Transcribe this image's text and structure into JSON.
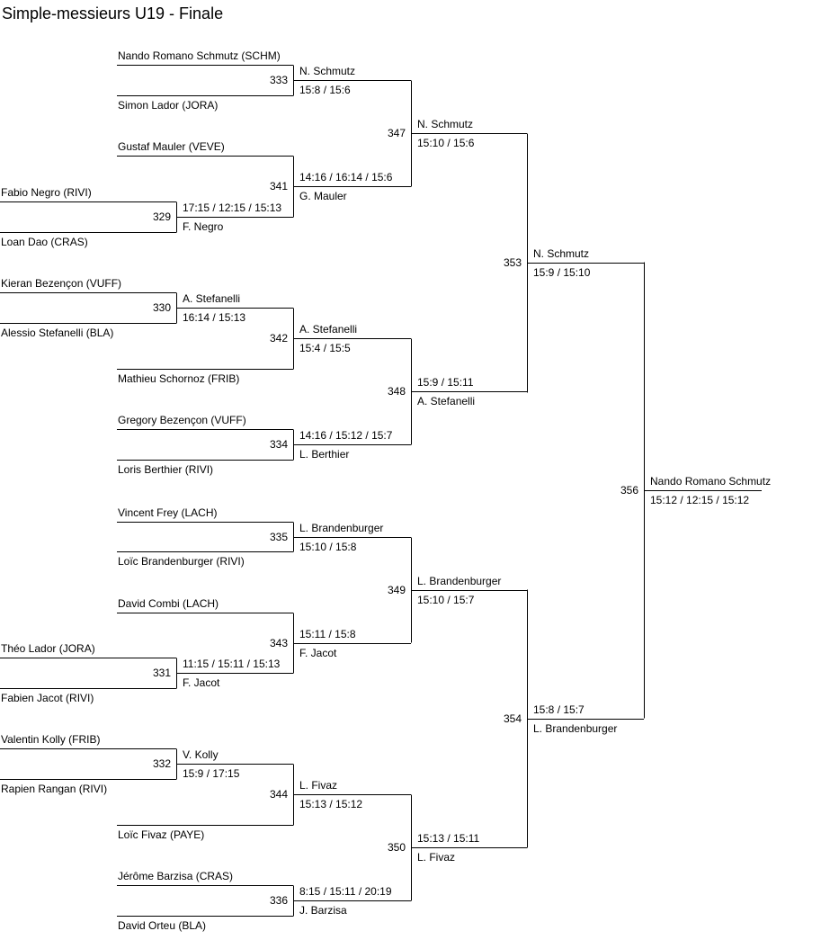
{
  "title": "Simple-messieurs U19 - Finale",
  "matches": {
    "m333": {
      "number": "333",
      "top_player": "Nando Romano Schmutz (SCHM)",
      "bottom_player": "Simon Lador (JORA)",
      "winner": "N. Schmutz",
      "score": "15:8 / 15:6"
    },
    "m341": {
      "number": "341",
      "top_player": "Gustaf Mauler (VEVE)",
      "winner": "G. Mauler",
      "score": "14:16 / 16:14 / 15:6"
    },
    "m329": {
      "number": "329",
      "top_player": "Fabio Negro (RIVI)",
      "bottom_player": "Loan Dao (CRAS)",
      "winner": "F. Negro",
      "score": "17:15 / 12:15 / 15:13"
    },
    "m347": {
      "number": "347",
      "winner": "N. Schmutz",
      "score": "15:10 / 15:6"
    },
    "m330": {
      "number": "330",
      "top_player": "Kieran Bezençon (VUFF)",
      "bottom_player": "Alessio Stefanelli (BLA)",
      "winner": "A. Stefanelli",
      "score": "16:14 / 15:13"
    },
    "m342": {
      "number": "342",
      "bottom_player": "Mathieu Schornoz (FRIB)",
      "winner": "A. Stefanelli",
      "score": "15:4 / 15:5"
    },
    "m334": {
      "number": "334",
      "top_player": "Gregory Bezençon (VUFF)",
      "bottom_player": "Loris Berthier (RIVI)",
      "winner": "L. Berthier",
      "score": "14:16 / 15:12 / 15:7"
    },
    "m348": {
      "number": "348",
      "winner": "A. Stefanelli",
      "score": "15:9 / 15:11"
    },
    "m353": {
      "number": "353",
      "winner": "N. Schmutz",
      "score": "15:9 / 15:10"
    },
    "m335": {
      "number": "335",
      "top_player": "Vincent Frey (LACH)",
      "bottom_player": "Loïc Brandenburger (RIVI)",
      "winner": "L. Brandenburger",
      "score": "15:10 / 15:8"
    },
    "m331": {
      "number": "331",
      "top_player": "Théo Lador (JORA)",
      "bottom_player": "Fabien Jacot (RIVI)",
      "winner": "F. Jacot",
      "score": "11:15 / 15:11 / 15:13"
    },
    "m343": {
      "number": "343",
      "top_player": "David Combi (LACH)",
      "winner": "F. Jacot",
      "score": "15:11 / 15:8"
    },
    "m349": {
      "number": "349",
      "winner": "L. Brandenburger",
      "score": "15:10 / 15:7"
    },
    "m332": {
      "number": "332",
      "top_player": "Valentin Kolly (FRIB)",
      "bottom_player": "Rapien Rangan (RIVI)",
      "winner": "V. Kolly",
      "score": "15:9 / 17:15"
    },
    "m344": {
      "number": "344",
      "bottom_player": "Loïc Fivaz (PAYE)",
      "winner": "L. Fivaz",
      "score": "15:13 / 15:12"
    },
    "m336": {
      "number": "336",
      "top_player": "Jérôme Barzisa (CRAS)",
      "bottom_player": "David Orteu (BLA)",
      "winner": "J. Barzisa",
      "score": "8:15 / 15:11 / 20:19"
    },
    "m350": {
      "number": "350",
      "winner": "L. Fivaz",
      "score": "15:13 / 15:11"
    },
    "m354": {
      "number": "354",
      "winner": "L. Brandenburger",
      "score": "15:8 / 15:7"
    },
    "m356": {
      "number": "356",
      "winner": "Nando Romano Schmutz",
      "score": "15:12 / 12:15 / 15:12"
    }
  }
}
